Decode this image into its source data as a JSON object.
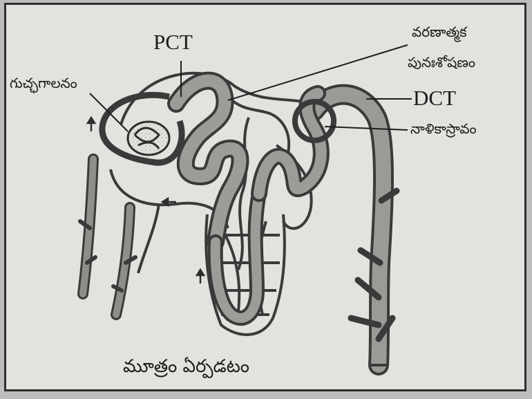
{
  "figure": {
    "labels": {
      "glomerulus": "గుచ్ఛగాలనం",
      "pct": "PCT",
      "selective_reabsorption_line1": "వరణాత్మక",
      "selective_reabsorption_line2": "పునఃశోషణం",
      "dct": "DCT",
      "tubular_secretion": "నాళికాస్రావం"
    },
    "caption": "మూత్రం ఏర్పడటం"
  }
}
